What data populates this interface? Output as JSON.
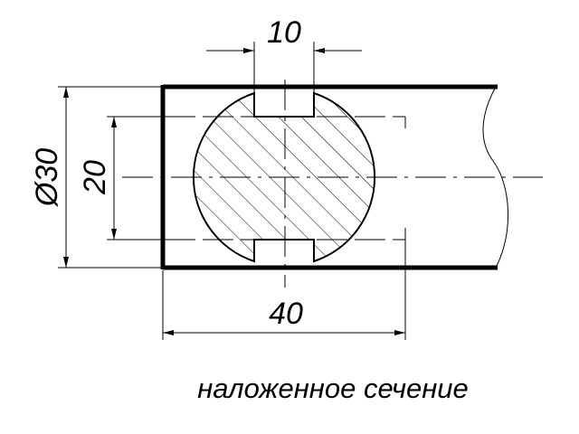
{
  "drawing": {
    "dimensions": {
      "top_width": "10",
      "diameter": "Ø30",
      "flat_height": "20",
      "bottom_length": "40"
    },
    "caption": "наложенное сечение",
    "colors": {
      "line": "#000000",
      "background": "#ffffff"
    }
  }
}
